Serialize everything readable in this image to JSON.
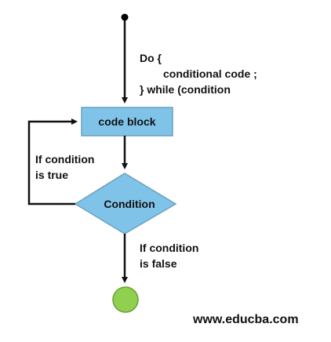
{
  "code_snippet": {
    "line1": "Do {",
    "line2": "conditional code ;",
    "line3": "} while (condition"
  },
  "nodes": {
    "code_block": {
      "label": "code block",
      "fill": "#7fc4e8",
      "stroke": "#6aa0bf"
    },
    "condition": {
      "label": "Condition",
      "fill": "#7fc4e8",
      "stroke": "#6aa0bf"
    },
    "start": {
      "fill": "#000000"
    },
    "end": {
      "fill": "#8fd14f",
      "stroke": "#6a9f3a"
    }
  },
  "edges": {
    "true_label_line1": "If condition",
    "true_label_line2": "is true",
    "false_label_line1": "If condition",
    "false_label_line2": "is false"
  },
  "watermark": "www.educba.com"
}
